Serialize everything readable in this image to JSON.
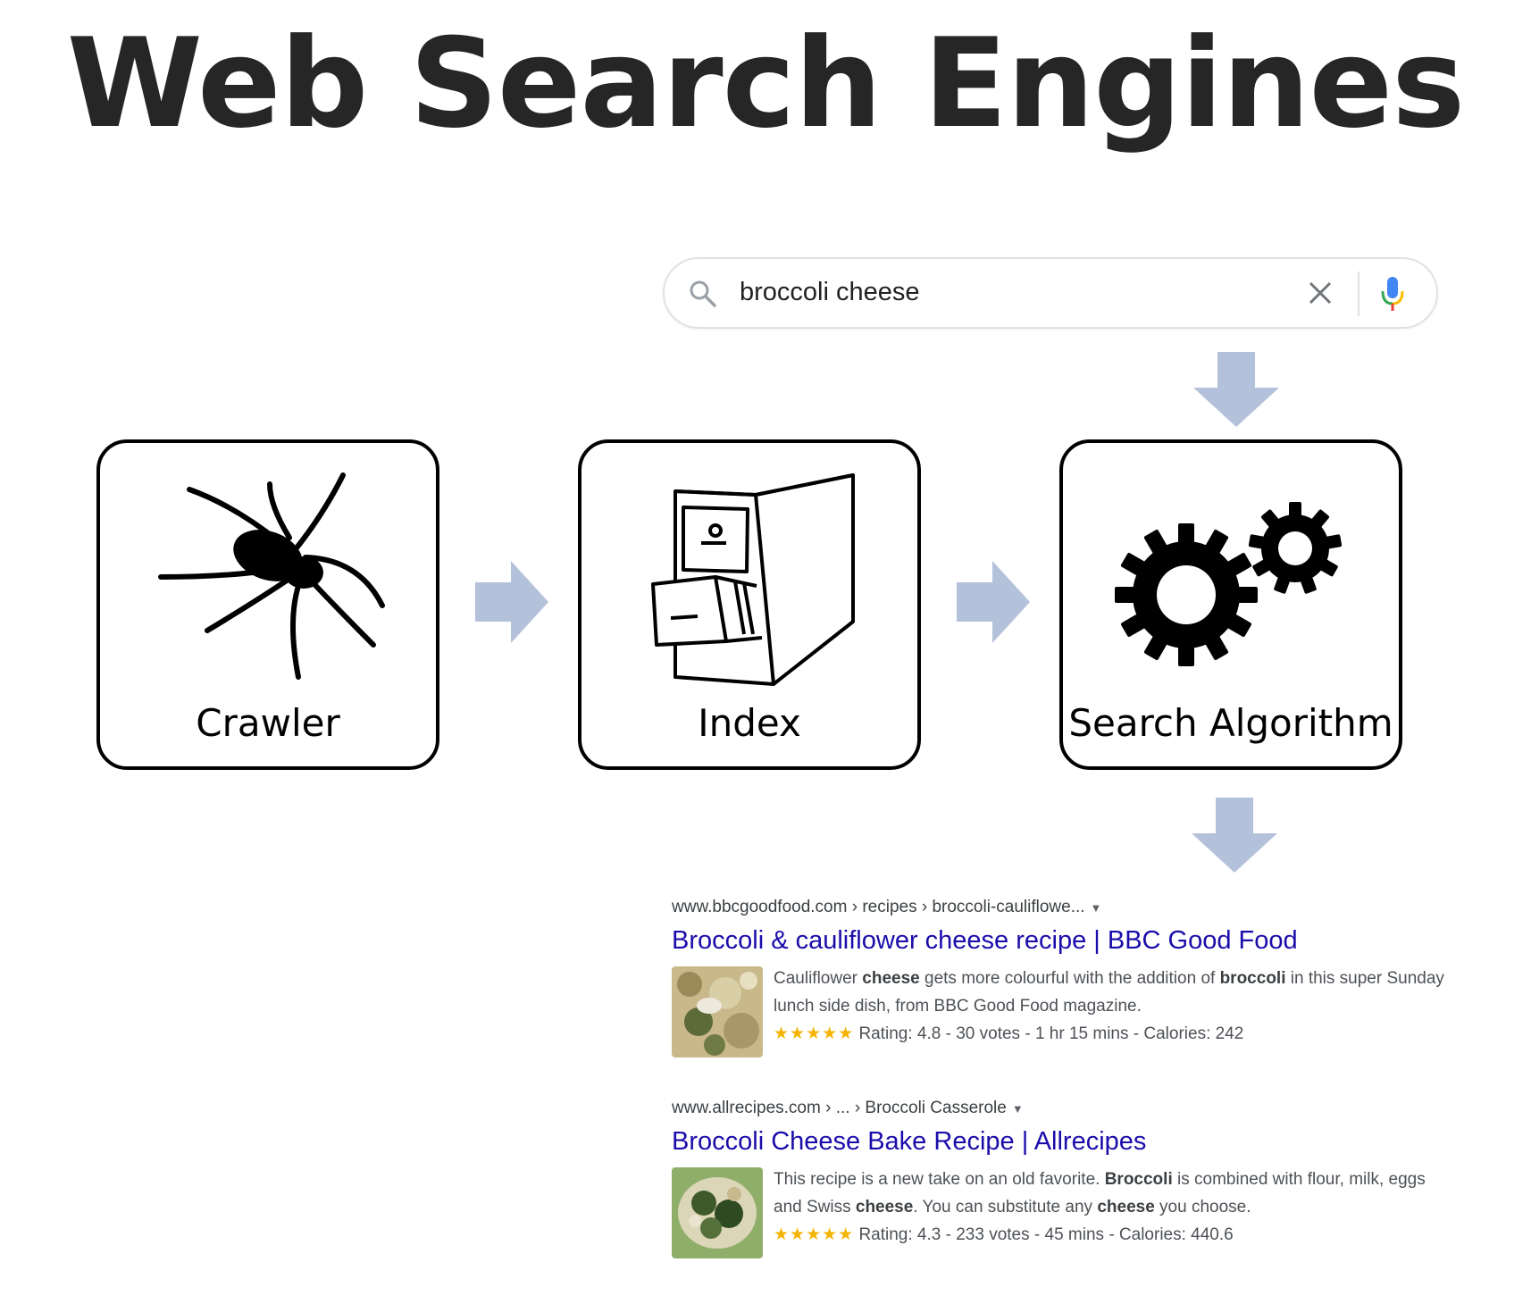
{
  "title": "Web Search Engines",
  "search": {
    "query": "broccoli cheese",
    "icons": [
      "search-icon",
      "close-icon",
      "microphone-icon"
    ]
  },
  "pipeline": [
    {
      "label": "Crawler",
      "icon": "spider-icon"
    },
    {
      "label": "Index",
      "icon": "filing-cabinet-icon"
    },
    {
      "label": "Search Algorithm",
      "icon": "gears-icon"
    }
  ],
  "arrow_color": "#b4c1da",
  "results": [
    {
      "url": "www.bbcgoodfood.com › recipes › broccoli-cauliflowe...",
      "title": "Broccoli & cauliflower cheese recipe | BBC Good Food",
      "snippet_parts": [
        "Cauliflower ",
        "cheese",
        " gets more colourful with the addition of ",
        "broccoli",
        " in this super Sunday lunch side dish, from BBC Good Food magazine."
      ],
      "stars": "★★★★★",
      "rating_line": "Rating: 4.8 - 30 votes - 1 hr 15 mins - Calories: 242"
    },
    {
      "url": "www.allrecipes.com › ... › Broccoli Casserole",
      "title": "Broccoli Cheese Bake Recipe | Allrecipes",
      "snippet_parts": [
        "This recipe is a new take on an old favorite. ",
        "Broccoli",
        " is combined with flour, milk, eggs and Swiss ",
        "cheese",
        ". You can substitute any ",
        "cheese",
        " you choose."
      ],
      "stars": "★★★★★",
      "rating_line": "Rating: 4.3 - 233 votes - 45 mins - Calories: 440.6"
    }
  ]
}
